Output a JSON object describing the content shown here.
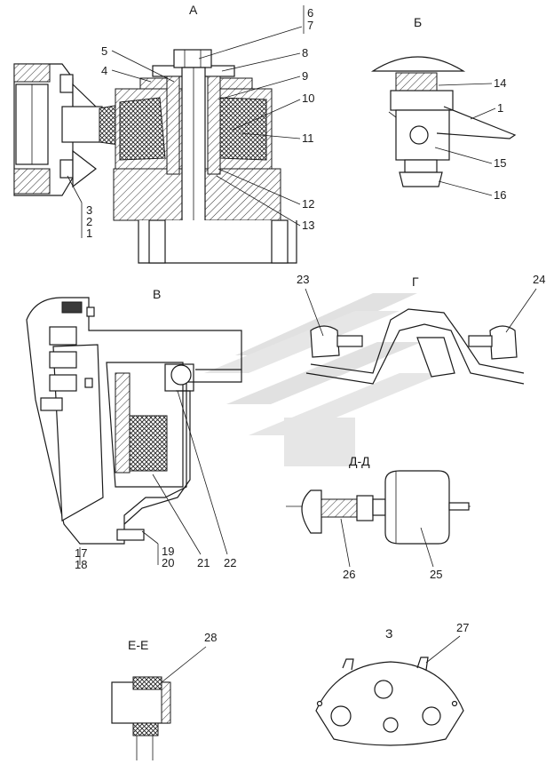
{
  "colors": {
    "ink": "#1a1a1a",
    "fill": "#e6e6e6",
    "watermark": "#c8c8c8"
  },
  "views": {
    "A": "А",
    "B": "Б",
    "V": "В",
    "G": "Г",
    "DD": "Д-Д",
    "EE": "Е-Е",
    "Z": "З"
  },
  "callouts": {
    "c1": "1",
    "c2": "2",
    "c3": "3",
    "c4": "4",
    "c5": "5",
    "c6": "6",
    "c7": "7",
    "c8": "8",
    "c9": "9",
    "c10": "10",
    "c11": "11",
    "c12": "12",
    "c13": "13",
    "c14": "14",
    "c15": "15",
    "c16": "16",
    "c17": "17",
    "c18": "18",
    "c19": "19",
    "c20": "20",
    "c21": "21",
    "c22": "22",
    "c23": "23",
    "c24": "24",
    "c25": "25",
    "c26": "26",
    "c27": "27",
    "c28": "28"
  },
  "watermark_icon": "stylized-flag-logo-icon"
}
